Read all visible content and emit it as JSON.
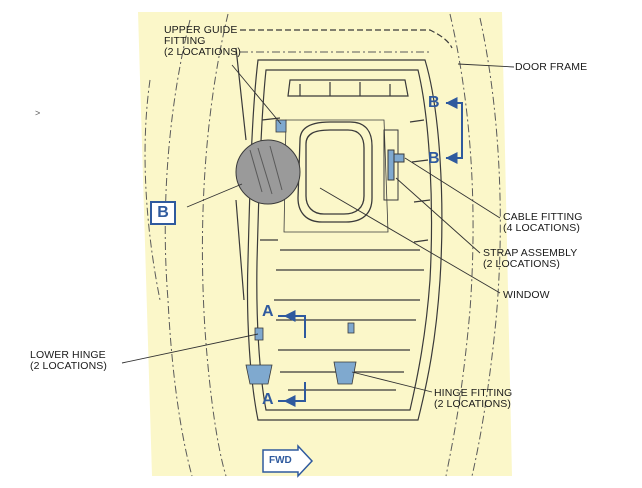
{
  "labels": {
    "upper_guide_1": "UPPER GUIDE",
    "upper_guide_2": "FITTING",
    "upper_guide_3": "(2 LOCATIONS)",
    "door_frame": "DOOR FRAME",
    "cable_fitting_1": "CABLE FITTING",
    "cable_fitting_2": "(4 LOCATIONS)",
    "strap_assembly_1": "STRAP ASSEMBLY",
    "strap_assembly_2": "(2 LOCATIONS)",
    "window": "WINDOW",
    "lower_hinge_1": "LOWER HINGE",
    "lower_hinge_2": "(2 LOCATIONS)",
    "hinge_fitting_1": "HINGE FITTING",
    "hinge_fitting_2": "(2 LOCATIONS)"
  },
  "callouts": {
    "section_b": "B",
    "section_a": "A",
    "detail_b": "B",
    "fwd": "FWD"
  },
  "stray_mark": ">",
  "colors": {
    "background_panel": "#fbf7c9",
    "callout_blue": "#2f5a9e",
    "line_dark": "#3a3a3a",
    "detail_gray": "#9a9a9a"
  }
}
